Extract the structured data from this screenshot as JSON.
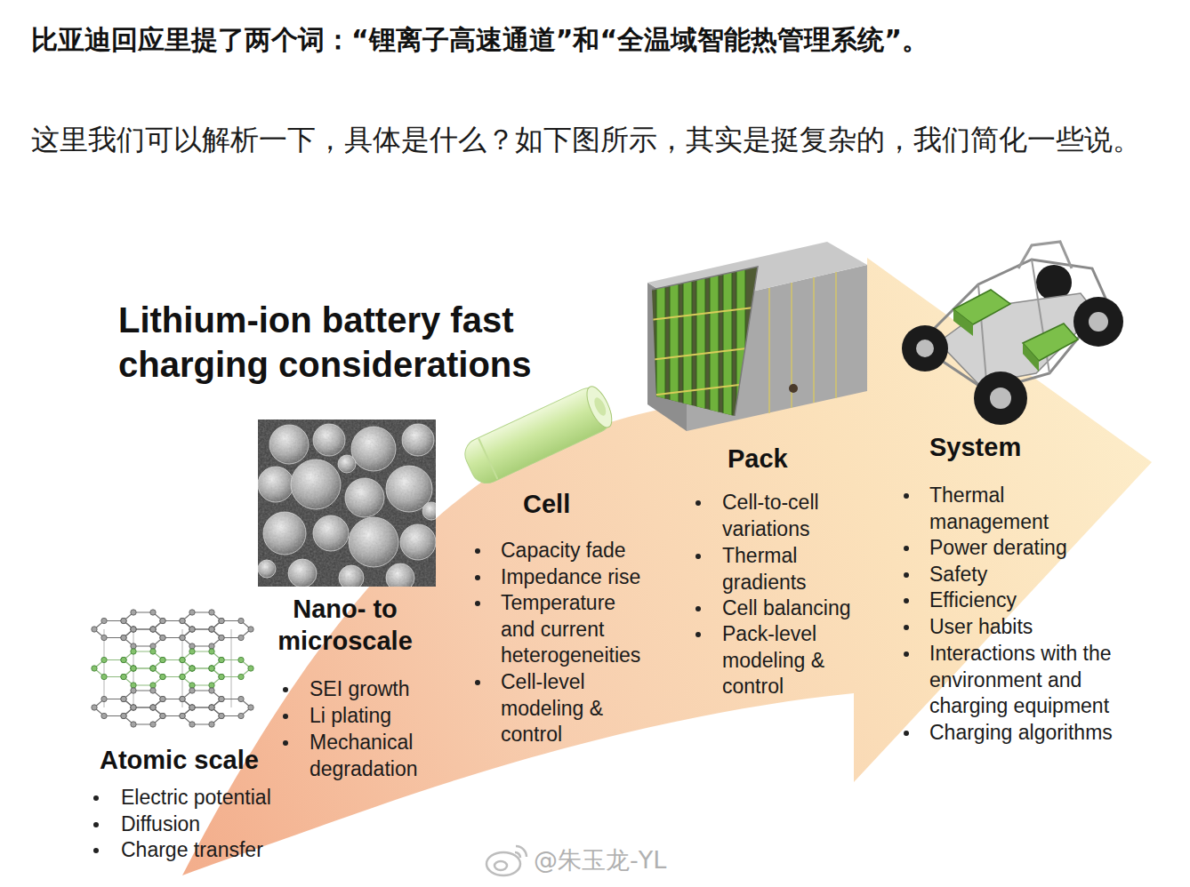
{
  "diagram": {
    "title": "Lithium-ion battery fast charging considerations",
    "labels": [
      "比亚迪回应里提了两个词：“锂离子高速通道”和“全温域智能热管理系统”。",
      "这里我们可以解析一下，具体是什么？如下图所示，其实是挺复杂的，我们简化一些说。",
      "Atomic scale",
      "Electric potential",
      "Diffusion",
      "Charge transfer",
      "Nano- to microscale",
      "SEI growth",
      "Li plating",
      "Mechanical degradation",
      "Cell",
      "Capacity fade",
      "Impedance rise",
      "Temperature and current heterogeneities",
      "Cell-level modeling & control",
      "Pack",
      "Cell-to-cell variations",
      "Thermal gradients",
      "Cell balancing",
      "Pack-level modeling & control",
      "System",
      "Thermal management",
      "Power derating",
      "Safety",
      "Efficiency",
      "User habits",
      "Interactions with the environment and charging equipment",
      "Charging algorithms",
      "@朱玉龙-YL"
    ]
  }
}
